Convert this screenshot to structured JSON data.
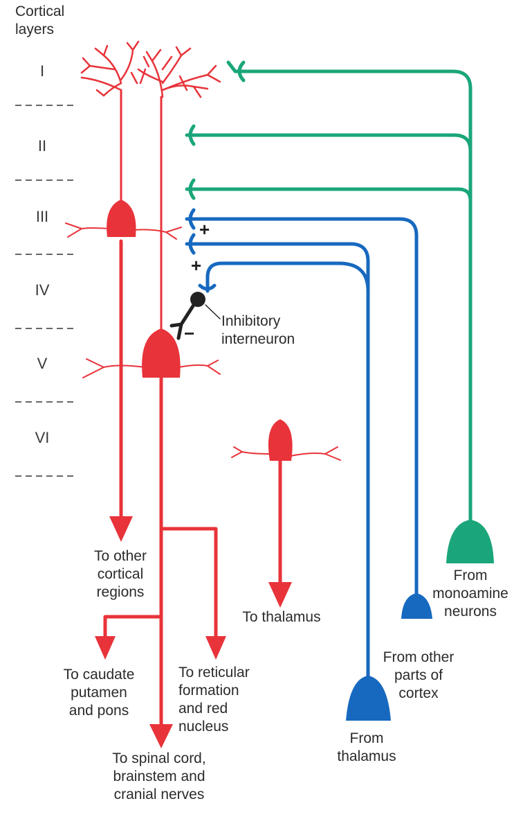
{
  "colors": {
    "red": "#e8333a",
    "green": "#1aa67a",
    "blue": "#1769bf",
    "black": "#222222",
    "divider": "#666666"
  },
  "header": {
    "title": "Cortical\nlayers"
  },
  "layers": [
    "I",
    "II",
    "III",
    "IV",
    "V",
    "VI"
  ],
  "labels": {
    "inhibitory": "Inhibitory\ninterneuron",
    "plus_upper": "+",
    "plus_lower": "+",
    "minus": "−",
    "to_cortical": "To other\ncortical\nregions",
    "to_thalamus": "To thalamus",
    "to_caudate": "To caudate\nputamen\nand pons",
    "to_reticular": "To reticular\nformation\nand red\nnucleus",
    "to_spinal": "To spinal cord,\nbrainstem and\ncranial nerves",
    "from_monoamine": "From\nmonoamine\nneurons",
    "from_cortex": "From other\nparts of\ncortex",
    "from_thalamus": "From\nthalamus"
  }
}
